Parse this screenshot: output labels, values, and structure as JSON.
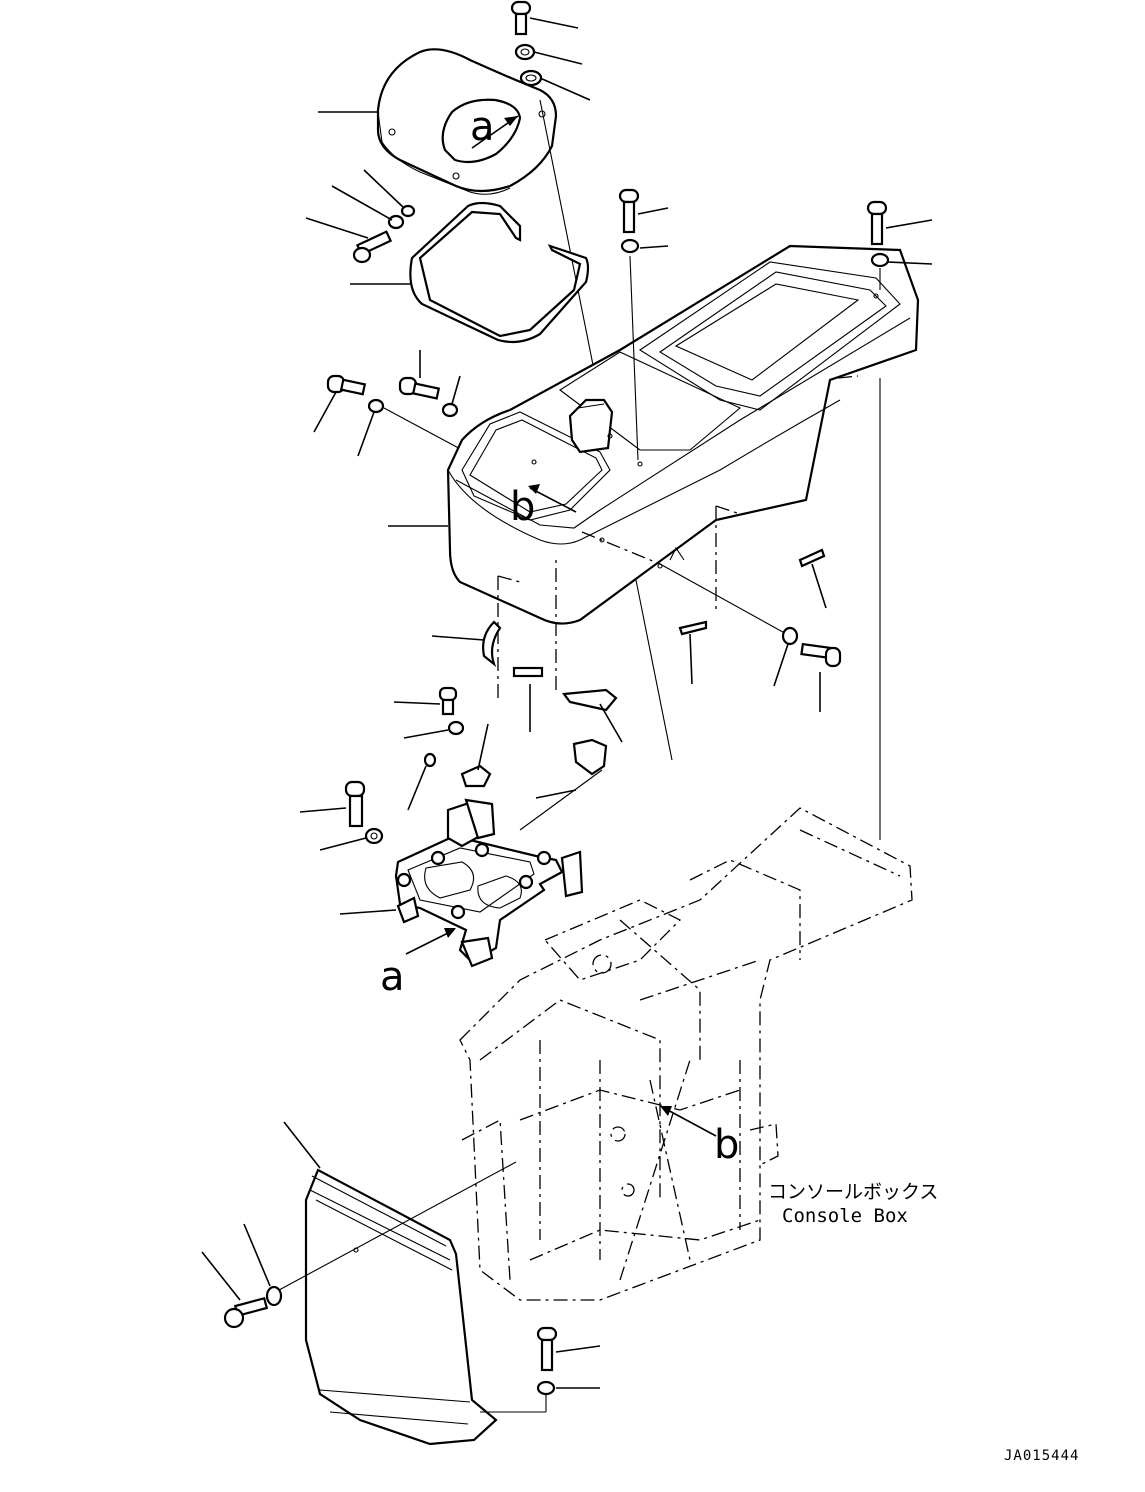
{
  "diagram": {
    "label_a_top": "a",
    "label_b_top": "b",
    "label_a_bottom": "a",
    "label_b_bottom": "b",
    "caption_jp": "コンソールボックス",
    "caption_en": "Console Box",
    "drawing_ref": "JA015444"
  }
}
